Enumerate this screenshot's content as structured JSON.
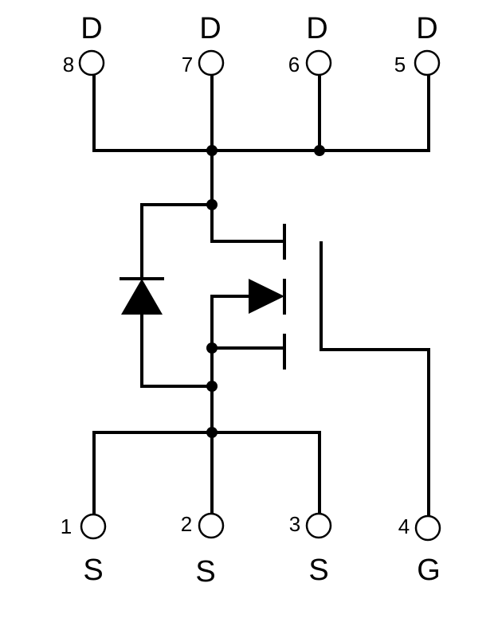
{
  "pins": {
    "p8": {
      "number": "8",
      "label": "D"
    },
    "p7": {
      "number": "7",
      "label": "D"
    },
    "p6": {
      "number": "6",
      "label": "D"
    },
    "p5": {
      "number": "5",
      "label": "D"
    },
    "p1": {
      "number": "1",
      "label": "S"
    },
    "p2": {
      "number": "2",
      "label": "S"
    },
    "p3": {
      "number": "3",
      "label": "S"
    },
    "p4": {
      "number": "4",
      "label": "G"
    }
  }
}
